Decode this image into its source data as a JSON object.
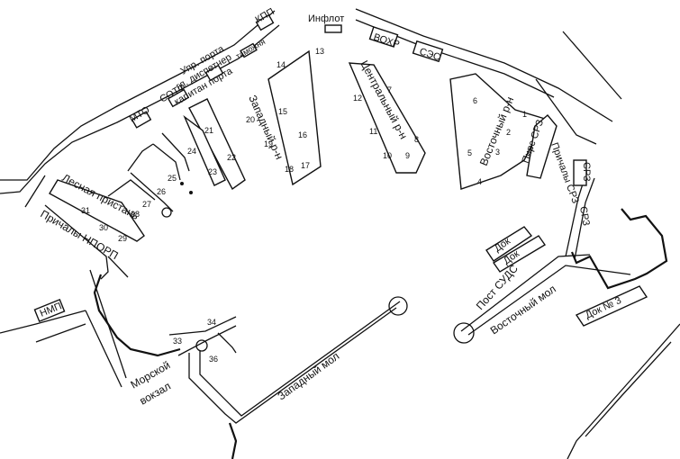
{
  "labels": {
    "upr_porta": "Упр. порта",
    "gl_dispetcher": "гл. диспетчер",
    "kapitan_porta": "капитан порта",
    "tamozhnya": "таможня",
    "kpp": "КПП",
    "infflot": "Инфлот",
    "okhr": "ВОХР",
    "ses": "СЭС",
    "mto": "МТО",
    "soto": "СОТФ",
    "zapadny_rn": "Западный р-н",
    "centralny_rn": "Центральный р-н",
    "vostochny_rn": "Восточный р-н",
    "pirs_srz": "Пирс СРЗ",
    "prichaly_srz": "Причалы СРЗ",
    "srz_box": "СРЗ",
    "lesnaya_pristan": "Лесная пристань",
    "prichaly_nporp": "Причалы НПОРП",
    "nmp": "НМП",
    "dok1": "Док",
    "dok2": "Док",
    "dok3": "Док № 3",
    "post_suds": "Пост СУДС",
    "vostochny_mol": "Восточный мол",
    "zapadny_mol": "Западный мол",
    "morskoy": "Морской",
    "vokzal": "вокзал"
  },
  "berths": {
    "b1": "1",
    "b2": "2",
    "b3": "3",
    "b4": "4",
    "b5": "5",
    "b6": "6",
    "b7": "7",
    "b8": "8",
    "b9": "9",
    "b10": "10",
    "b11": "11",
    "b12": "12",
    "b13": "13",
    "b14": "14",
    "b15": "15",
    "b16": "16",
    "b17": "17",
    "b18": "18",
    "b19": "19",
    "b20": "20",
    "b21": "21",
    "b22": "22",
    "b23": "23",
    "b24": "24",
    "b25": "25",
    "b26": "26",
    "b27": "27",
    "b28": "28",
    "b29": "29",
    "b30": "30",
    "b31": "31",
    "b33": "33",
    "b34": "34",
    "b36": "36"
  }
}
